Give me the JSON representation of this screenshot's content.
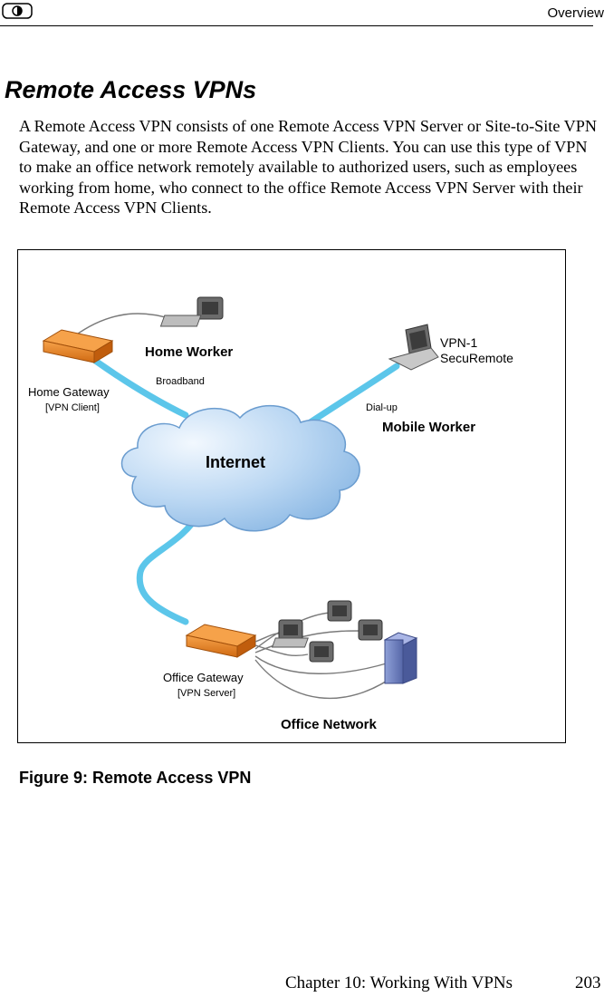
{
  "header": {
    "section": "Overview"
  },
  "section_title": "Remote Access VPNs",
  "paragraph": "A Remote Access VPN consists of one Remote Access VPN Server or Site-to-Site VPN Gateway, and one or more Remote Access VPN Clients. You can use this type of VPN to make an office network remotely available to authorized users, such as employees working from home, who connect to the office Remote Access VPN Server with their Remote Access VPN Clients.",
  "diagram": {
    "home_worker": "Home Worker",
    "broadband": "Broadband",
    "home_gateway": "Home Gateway",
    "home_gateway_role": "[VPN Client]",
    "vpn1": "VPN-1",
    "securemote": "SecuRemote",
    "dialup": "Dial-up",
    "mobile_worker": "Mobile Worker",
    "internet": "Internet",
    "office_gateway": "Office Gateway",
    "office_gateway_role": "[VPN Server]",
    "office_network": "Office Network"
  },
  "figure_caption": "Figure 9: Remote Access VPN",
  "footer": {
    "chapter": "Chapter 10: Working With VPNs",
    "page": "203"
  },
  "colors": {
    "link_blue": "#5cc6ea",
    "gateway_orange": "#e8862a",
    "cloud_blue": "#9cc4ea"
  }
}
